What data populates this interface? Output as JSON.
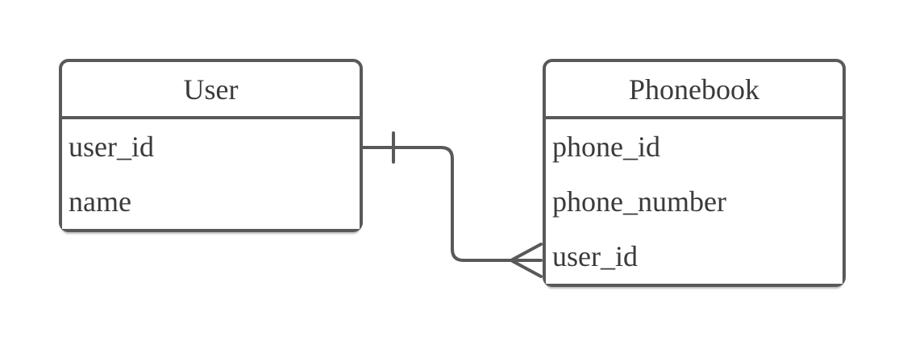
{
  "diagram": {
    "type": "entity-relationship",
    "background_color": "#ffffff",
    "line_color": "#595959",
    "text_color": "#3a3a3a",
    "entities": [
      {
        "name": "User",
        "fields": [
          "user_id",
          "name"
        ]
      },
      {
        "name": "Phonebook",
        "fields": [
          "phone_id",
          "phone_number",
          "user_id"
        ]
      }
    ],
    "relationship": {
      "from_entity": "User",
      "from_field": "user_id",
      "to_entity": "Phonebook",
      "to_field": "user_id",
      "cardinality": "one-to-many",
      "from_marker": "one-tick",
      "to_marker": "crow-foot-many"
    }
  }
}
